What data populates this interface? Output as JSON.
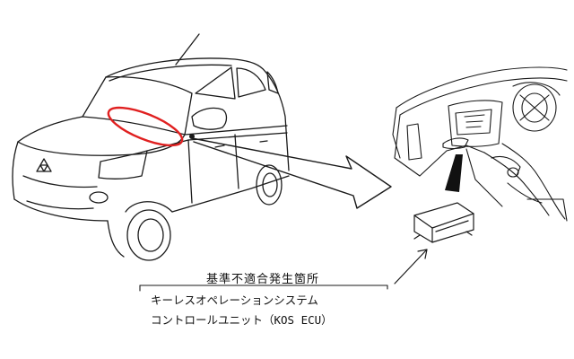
{
  "labels": {
    "location": "基準不適合発生箇所",
    "part_line1": "キーレスオペレーションシステム",
    "part_line2": "コントロールユニット（KOS ECU）"
  },
  "colors": {
    "ink": "#1a1a1a",
    "highlight": "#e02020",
    "background": "#ffffff"
  },
  "icons": [
    "car-illustration",
    "dashboard-illustration",
    "ecu-module-illustration",
    "pointer-arrow"
  ]
}
